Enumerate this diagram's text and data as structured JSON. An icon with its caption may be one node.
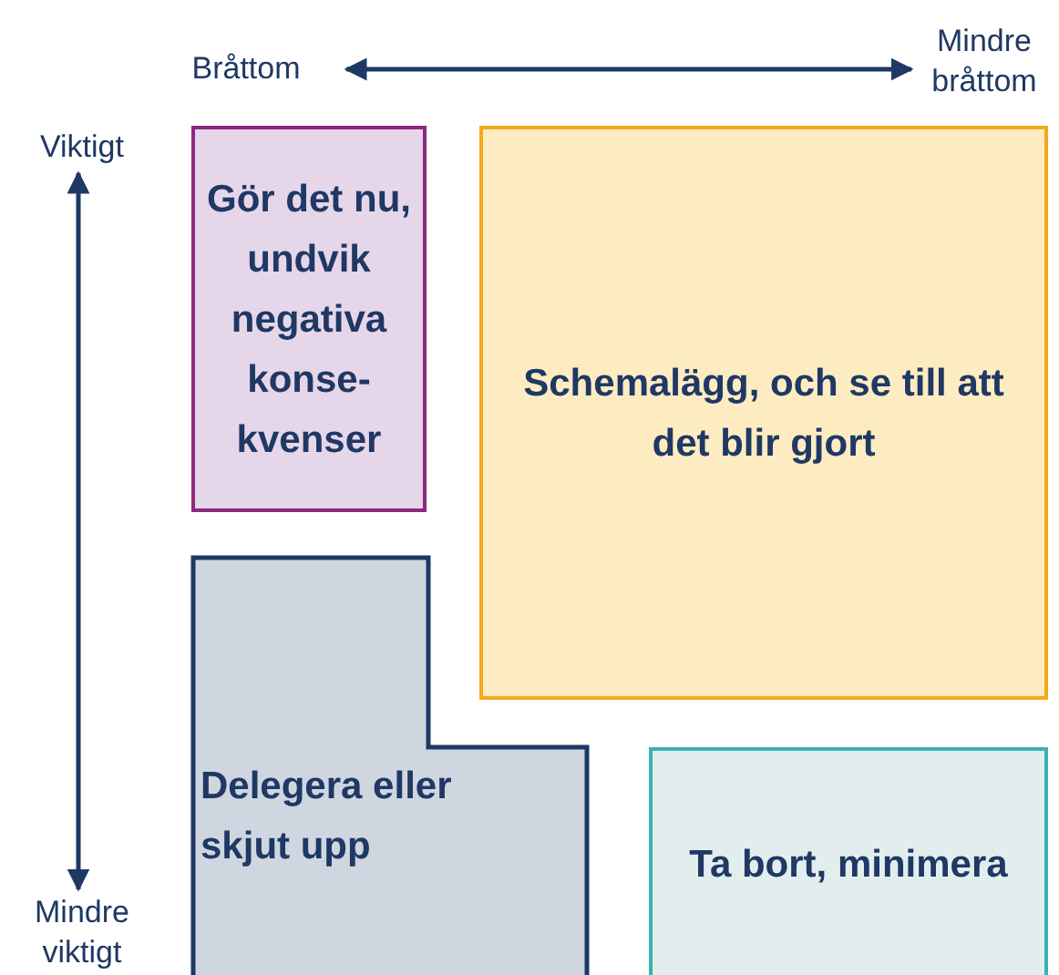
{
  "diagram": {
    "nodes": [
      {
        "text": [
          "Gör det nu, undvik negativa konse-kvenser"
        ]
      },
      {
        "text": [
          "Schemalägg, och se till att det blir gjort"
        ]
      },
      {
        "text": [
          "Delegera eller skjut upp"
        ]
      },
      {
        "text": [
          "Ta bort, minimera"
        ]
      }
    ],
    "labels": [
      "Bråttom",
      "Mindre bråttom",
      "Viktigt",
      "Mindre viktigt"
    ]
  }
}
